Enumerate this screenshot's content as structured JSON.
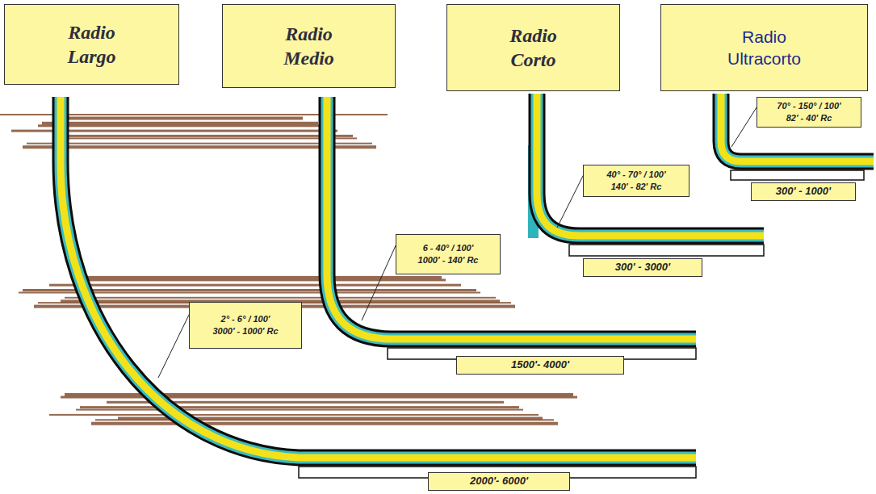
{
  "diagram": {
    "nodes": [
      {
        "text": [
          "Radio Largo"
        ]
      },
      {
        "text": [
          "Radio Medio"
        ]
      },
      {
        "text": [
          "Radio Corto"
        ]
      },
      {
        "text": [
          "Radio Ultracorto"
        ]
      },
      {
        "text": [
          "70° - 150° / 100'",
          "82' - 40' Rc"
        ]
      },
      {
        "text": [
          "300' - 1000'"
        ]
      },
      {
        "text": [
          "40° - 70° / 100'",
          "140' - 82' Rc"
        ]
      },
      {
        "text": [
          "300' - 3000'"
        ]
      },
      {
        "text": [
          "6 - 40° / 100'",
          "1000' - 140' Rc"
        ]
      },
      {
        "text": [
          "1500'- 4000'"
        ]
      },
      {
        "text": [
          "2° - 6° / 100'",
          "3000' - 1000' Rc"
        ]
      },
      {
        "text": [
          "2000'- 6000'"
        ]
      }
    ]
  }
}
